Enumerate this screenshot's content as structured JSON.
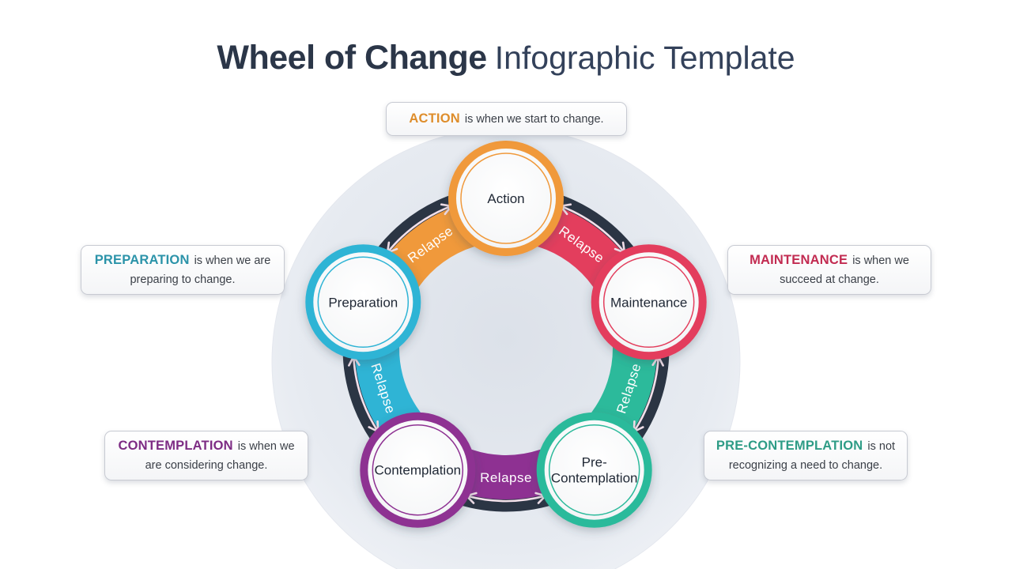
{
  "title": {
    "bold": "Wheel of Change",
    "rest": "Infographic Template"
  },
  "wheel": {
    "relapse_label": "Relapse",
    "ring_color": "#2B3544",
    "arrow_color": "#F3E0EA",
    "node_text_color": "#212936",
    "background_center_color": "#DCE1E9",
    "background_edge_color": "#F3F5F9",
    "background_border_color": "#E4E7EE",
    "stages": [
      {
        "name": "Action",
        "lines": [
          "Action"
        ],
        "color": "#F0993B",
        "angle": -90
      },
      {
        "name": "Maintenance",
        "lines": [
          "Maintenance"
        ],
        "color": "#E33E5D",
        "angle": -18
      },
      {
        "name": "Pre-Contemplation",
        "lines": [
          "Pre-",
          "Contemplation"
        ],
        "color": "#2CBA9B",
        "angle": 54
      },
      {
        "name": "Contemplation",
        "lines": [
          "Contemplation"
        ],
        "color": "#8E3192",
        "angle": 126
      },
      {
        "name": "Preparation",
        "lines": [
          "Preparation"
        ],
        "color": "#2FB4D5",
        "angle": 198
      }
    ]
  },
  "callouts": [
    {
      "term": "ACTION",
      "term_color": "#DE8D2B",
      "text": "is when we start to change."
    },
    {
      "term": "PREPARATION",
      "term_color": "#2B93A9",
      "text": "is when we are preparing to change."
    },
    {
      "term": "MAINTENANCE",
      "term_color": "#C22B51",
      "text": "is when we succeed at change."
    },
    {
      "term": "CONTEMPLATION",
      "term_color": "#7D2C84",
      "text": "is when we are considering change."
    },
    {
      "term": "PRE-CONTEMPLATION",
      "term_color": "#2E9C86",
      "text": "is not recognizing a need to change."
    }
  ]
}
